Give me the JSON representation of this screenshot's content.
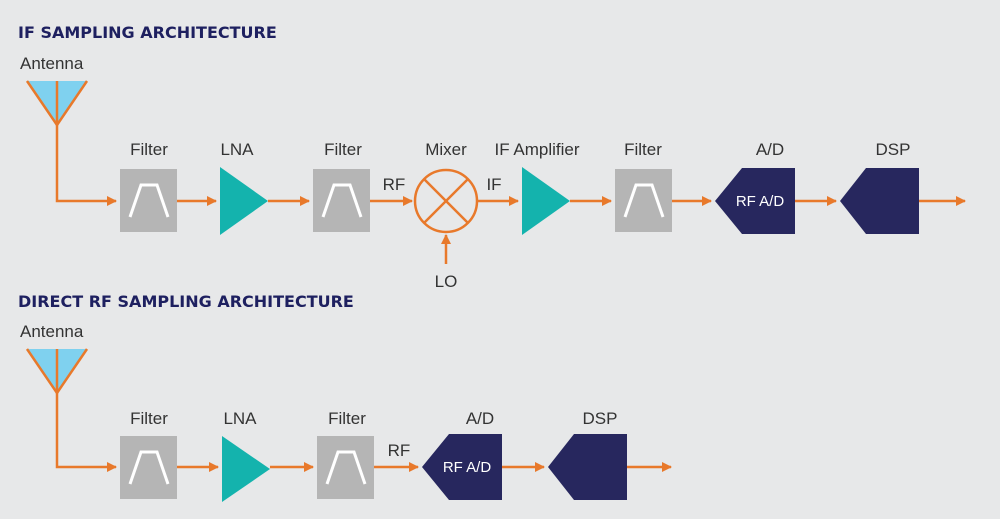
{
  "colors": {
    "background": "#e7e8e9",
    "title": "#1e2060",
    "signal": "#e8792b",
    "filter_box": "#b5b5b5",
    "amplifier": "#14b3ad",
    "converter": "#27275e",
    "antenna": "#7fd1ef",
    "label": "#333333"
  },
  "if_section": {
    "title": "IF SAMPLING ARCHITECTURE",
    "antenna": "Antenna",
    "filter1": "Filter",
    "lna": "LNA",
    "filter2": "Filter",
    "rf_signal": "RF",
    "mixer": "Mixer",
    "if_signal": "IF",
    "lo": "LO",
    "if_amplifier": "IF Amplifier",
    "filter3": "Filter",
    "ad": "A/D",
    "ad_inner": "RF A/D",
    "dsp": "DSP"
  },
  "direct_section": {
    "title": "DIRECT RF SAMPLING ARCHITECTURE",
    "antenna": "Antenna",
    "filter1": "Filter",
    "lna": "LNA",
    "filter2": "Filter",
    "rf_signal": "RF",
    "ad": "A/D",
    "ad_inner": "RF A/D",
    "dsp": "DSP"
  }
}
